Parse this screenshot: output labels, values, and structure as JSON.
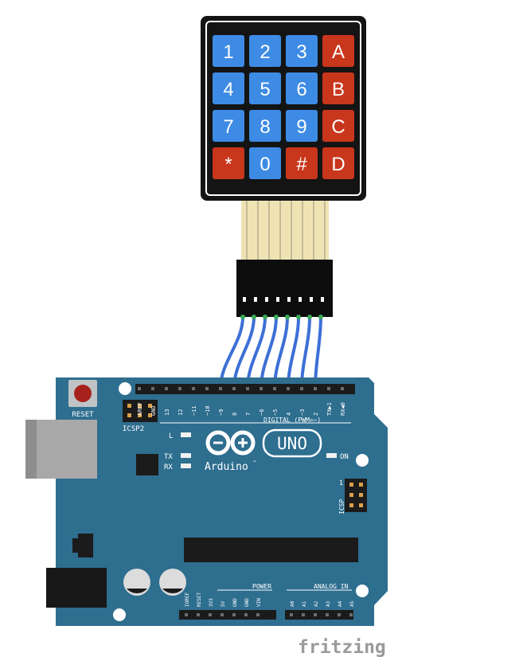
{
  "keypad": {
    "keys": [
      [
        {
          "label": "1",
          "color": "#3d8be4"
        },
        {
          "label": "2",
          "color": "#3d8be4"
        },
        {
          "label": "3",
          "color": "#3d8be4"
        },
        {
          "label": "A",
          "color": "#c8361c"
        }
      ],
      [
        {
          "label": "4",
          "color": "#3d8be4"
        },
        {
          "label": "5",
          "color": "#3d8be4"
        },
        {
          "label": "6",
          "color": "#3d8be4"
        },
        {
          "label": "B",
          "color": "#c8361c"
        }
      ],
      [
        {
          "label": "7",
          "color": "#3d8be4"
        },
        {
          "label": "8",
          "color": "#3d8be4"
        },
        {
          "label": "9",
          "color": "#3d8be4"
        },
        {
          "label": "C",
          "color": "#c8361c"
        }
      ],
      [
        {
          "label": "*",
          "color": "#c8361c"
        },
        {
          "label": "0",
          "color": "#3d8be4"
        },
        {
          "label": "#",
          "color": "#c8361c"
        },
        {
          "label": "D",
          "color": "#c8361c"
        }
      ]
    ]
  },
  "board": {
    "color": "#2e6e8f",
    "reset_label": "RESET",
    "icsp2_label": "ICSP2",
    "icsp_label": "ICSP",
    "icsp_pin1": "1",
    "l_label": "L",
    "tx_label": "TX",
    "rx_label": "RX",
    "on_label": "ON",
    "brand": "Arduino",
    "trademark": "™",
    "model": "UNO",
    "digital_label": "DIGITAL (PWM=~)",
    "top_pins": [
      "AREF",
      "GND",
      "13",
      "12",
      "~11",
      "~10",
      "~9",
      "8",
      "7",
      "~6",
      "~5",
      "4",
      "~3",
      "2",
      "TX▶1",
      "RX◀0"
    ],
    "power_label": "POWER",
    "power_pins": [
      "IOREF",
      "RESET",
      "3V3",
      "5V",
      "GND",
      "GND",
      "VIN"
    ],
    "analog_label": "ANALOG IN",
    "analog_pins": [
      "A0",
      "A1",
      "A2",
      "A3",
      "A4",
      "A5"
    ]
  },
  "wires": {
    "color": "#3d6fd6",
    "ribbon_color": "#efe3b4"
  },
  "watermark": "fritzing"
}
